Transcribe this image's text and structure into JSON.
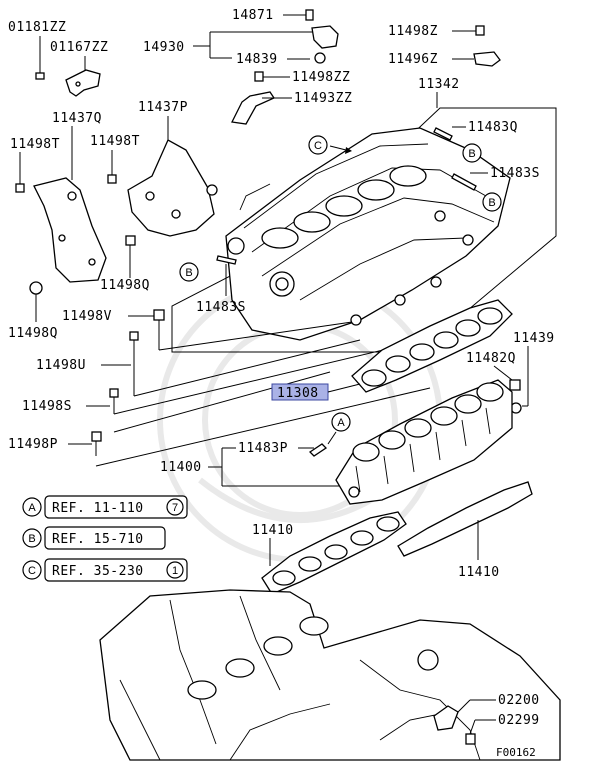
{
  "labels": {
    "p01181ZZ": "01181ZZ",
    "p01167ZZ": "01167ZZ",
    "p14871": "14871",
    "p14930": "14930",
    "p14839": "14839",
    "p11498Z": "11498Z",
    "p11496Z": "11496Z",
    "p11498ZZ": "11498ZZ",
    "p11493ZZ": "11493ZZ",
    "p11342": "11342",
    "p11437Q": "11437Q",
    "p11437P": "11437P",
    "p11498T_a": "11498T",
    "p11498T_b": "11498T",
    "p11483Q": "11483Q",
    "p11483S_a": "11483S",
    "p11483S_b": "11483S",
    "p11498Q_a": "11498Q",
    "p11498Q_b": "11498Q",
    "p11498V": "11498V",
    "p11498U": "11498U",
    "p11308": "11308",
    "p11439": "11439",
    "p11482Q": "11482Q",
    "p11498S": "11498S",
    "p11498P": "11498P",
    "p11483P": "11483P",
    "p11400": "11400",
    "p11410_a": "11410",
    "p11410_b": "11410",
    "p02200": "02200",
    "p02299": "02299",
    "fig": "F00162"
  },
  "refs": [
    {
      "letter": "A",
      "text": "REF. 11-110",
      "num": "7"
    },
    {
      "letter": "B",
      "text": "REF. 15-710",
      "num": ""
    },
    {
      "letter": "C",
      "text": "REF. 35-230",
      "num": "1"
    }
  ],
  "callouts": {
    "A": "A",
    "B": "B",
    "C": "C"
  },
  "highlight_color": "#aab2e6"
}
